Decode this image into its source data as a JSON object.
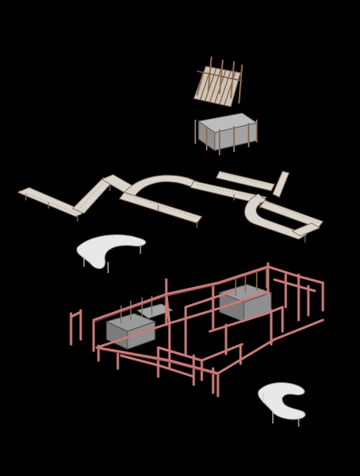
{
  "diagram": {
    "type": "exploded-axonometric",
    "background": "#000000",
    "colors": {
      "structure_frame": "#c97a78",
      "structure_frame_dark": "#8e4a49",
      "walkway_deck": "#d9d6cf",
      "walkway_rail": "#b8a48f",
      "walkway_post": "#8a6f5a",
      "canopy": "#e8e8e8",
      "canopy_shadow": "#9a9a9a",
      "module_box": "#8f8f8f",
      "module_top": "#bdbdbd",
      "timber_roof": "#cfc3b3",
      "timber_dark": "#7b5a4a"
    },
    "layers": [
      {
        "name": "timber-roof-structure",
        "icon": "roof-truss-icon"
      },
      {
        "name": "roof-module-box",
        "icon": "box-icon"
      },
      {
        "name": "elevated-walkway-network",
        "icon": "walkway-icon"
      },
      {
        "name": "free-form-canopy-upper",
        "icon": "canopy-icon"
      },
      {
        "name": "steel-portal-frame-structure",
        "icon": "frame-icon"
      },
      {
        "name": "free-form-canopy-lower",
        "icon": "canopy-icon"
      }
    ]
  }
}
